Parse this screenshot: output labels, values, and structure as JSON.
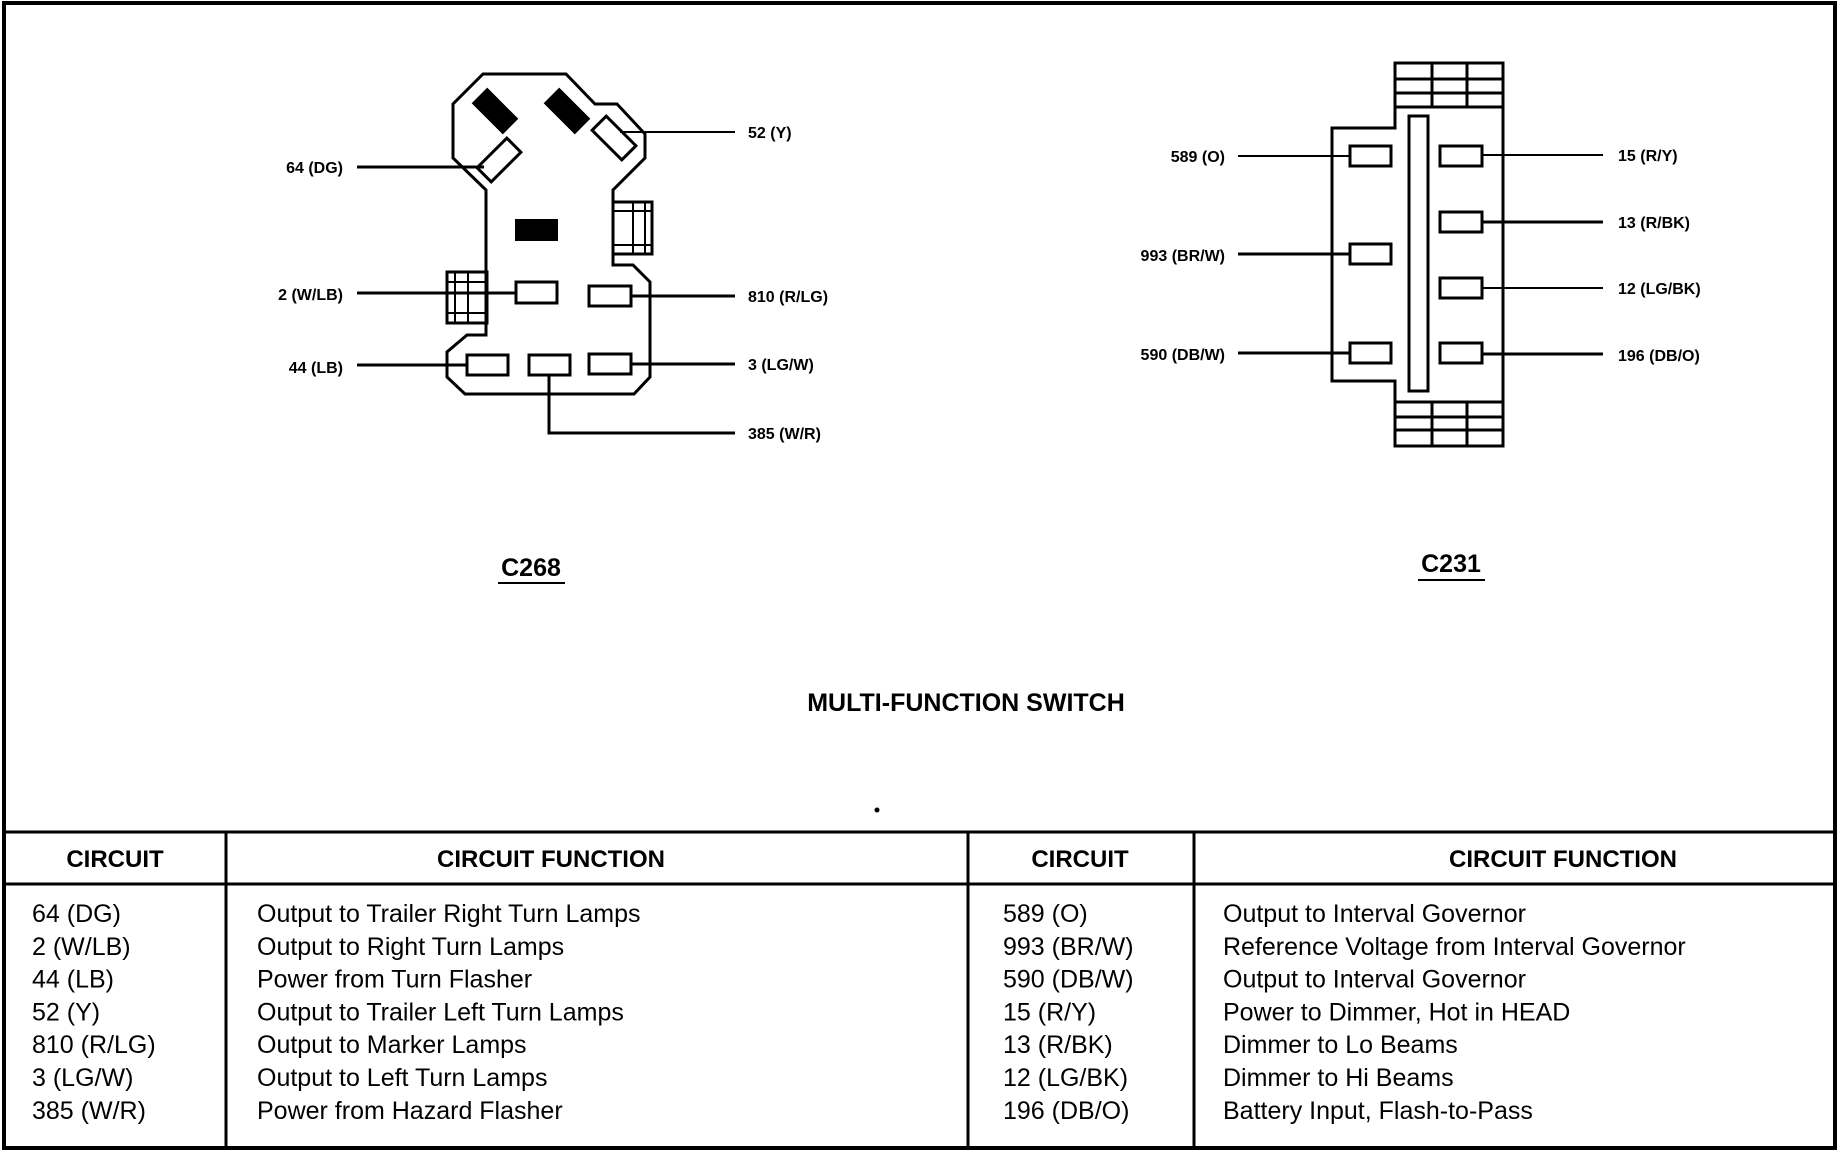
{
  "title": "MULTI-FUNCTION SWITCH",
  "connectors": {
    "c268": {
      "name": "C268",
      "pins": [
        {
          "circuit": "64 (DG)",
          "side": "left"
        },
        {
          "circuit": "52 (Y)",
          "side": "right"
        },
        {
          "circuit": "2 (W/LB)",
          "side": "left"
        },
        {
          "circuit": "810 (R/LG)",
          "side": "right"
        },
        {
          "circuit": "44 (LB)",
          "side": "left"
        },
        {
          "circuit": "3 (LG/W)",
          "side": "right"
        },
        {
          "circuit": "385 (W/R)",
          "side": "right"
        }
      ]
    },
    "c231": {
      "name": "C231",
      "pins": [
        {
          "circuit": "589 (O)",
          "side": "left"
        },
        {
          "circuit": "993 (BR/W)",
          "side": "left"
        },
        {
          "circuit": "590 (DB/W)",
          "side": "left"
        },
        {
          "circuit": "15 (R/Y)",
          "side": "right"
        },
        {
          "circuit": "13 (R/BK)",
          "side": "right"
        },
        {
          "circuit": "12 (LG/BK)",
          "side": "right"
        },
        {
          "circuit": "196 (DB/O)",
          "side": "right"
        }
      ]
    }
  },
  "table": {
    "headers": [
      "CIRCUIT",
      "CIRCUIT FUNCTION",
      "CIRCUIT",
      "CIRCUIT FUNCTION"
    ],
    "left_rows": [
      {
        "circuit": "64 (DG)",
        "function": "Output to Trailer Right Turn Lamps"
      },
      {
        "circuit": "2 (W/LB)",
        "function": "Output to Right Turn Lamps"
      },
      {
        "circuit": "44 (LB)",
        "function": "Power from Turn Flasher"
      },
      {
        "circuit": "52 (Y)",
        "function": "Output to Trailer Left Turn Lamps"
      },
      {
        "circuit": "810 (R/LG)",
        "function": "Output to Marker Lamps"
      },
      {
        "circuit": "3 (LG/W)",
        "function": "Output to Left Turn Lamps"
      },
      {
        "circuit": "385 (W/R)",
        "function": "Power from Hazard Flasher"
      }
    ],
    "right_rows": [
      {
        "circuit": "589 (O)",
        "function": "Output to Interval Governor"
      },
      {
        "circuit": "993 (BR/W)",
        "function": "Reference Voltage from Interval Governor"
      },
      {
        "circuit": "590 (DB/W)",
        "function": "Output to Interval Governor"
      },
      {
        "circuit": "15 (R/Y)",
        "function": "Power to Dimmer, Hot in HEAD"
      },
      {
        "circuit": "13 (R/BK)",
        "function": "Dimmer to Lo Beams"
      },
      {
        "circuit": "12 (LG/BK)",
        "function": "Dimmer to Hi Beams"
      },
      {
        "circuit": "196 (DB/O)",
        "function": "Battery Input, Flash-to-Pass"
      }
    ]
  }
}
